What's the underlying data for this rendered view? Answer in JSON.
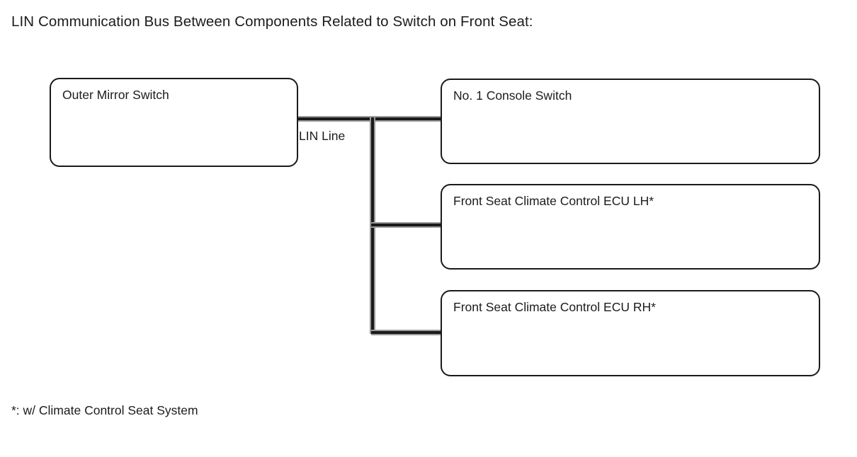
{
  "diagram": {
    "title": "LIN Communication Bus Between Components Related to Switch on Front Seat:",
    "footnote": "*: w/ Climate Control Seat System",
    "bus_label": "LIN Line",
    "line_color": "#1a1a1a",
    "box_border_color": "#1a1a1a",
    "background_color": "#ffffff",
    "text_color": "#1c1c1c",
    "nodes": [
      {
        "id": "outer-mirror-switch",
        "label": "Outer Mirror Switch"
      },
      {
        "id": "console-switch",
        "label": "No. 1 Console Switch"
      },
      {
        "id": "ecu-lh",
        "label": "Front Seat Climate Control ECU LH*"
      },
      {
        "id": "ecu-rh",
        "label": "Front Seat Climate Control ECU RH*"
      }
    ],
    "connections": [
      {
        "from": "outer-mirror-switch",
        "to": "console-switch",
        "label": "LIN Line"
      },
      {
        "from": "outer-mirror-switch",
        "to": "ecu-lh",
        "label": "LIN Line"
      },
      {
        "from": "outer-mirror-switch",
        "to": "ecu-rh",
        "label": "LIN Line"
      }
    ]
  }
}
